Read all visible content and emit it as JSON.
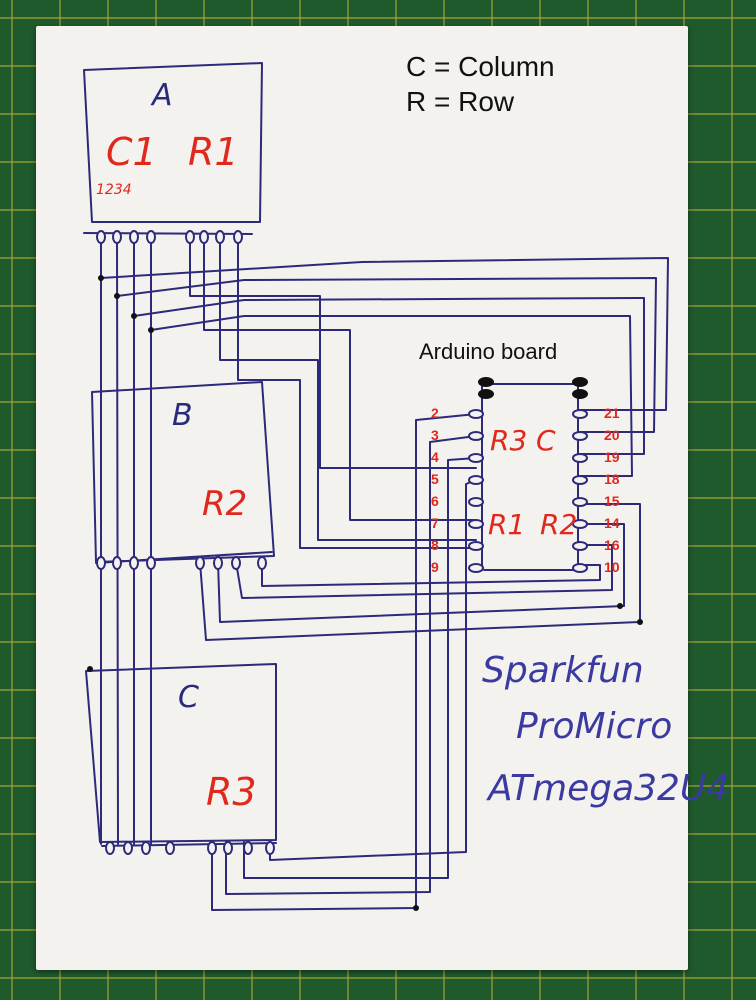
{
  "legend": {
    "column": "C = Column",
    "row": "R = Row"
  },
  "board": {
    "label": "Arduino board",
    "left_pins": [
      "2",
      "3",
      "4",
      "5",
      "6",
      "7",
      "8",
      "9"
    ],
    "right_pins": [
      "21",
      "20",
      "19",
      "18",
      "15",
      "14",
      "16",
      "10"
    ],
    "tags": {
      "r3": "R3",
      "c": "C",
      "r1": "R1",
      "r2": "R2"
    }
  },
  "modules": {
    "a": {
      "letter": "A",
      "c_label": "C1",
      "r_label": "R1",
      "pins": "1234"
    },
    "b": {
      "letter": "B",
      "r_label": "R2"
    },
    "c": {
      "letter": "C",
      "r_label": "R3"
    }
  },
  "note": {
    "line1": "Sparkfun",
    "line2": "ProMicro",
    "line3": "ATmega32U4"
  },
  "colors": {
    "ink": "#2e2a7a",
    "red": "#e0281c",
    "paper": "#f3f2ef",
    "mat": "#1f5a2c",
    "grid": "#d8c23a"
  }
}
